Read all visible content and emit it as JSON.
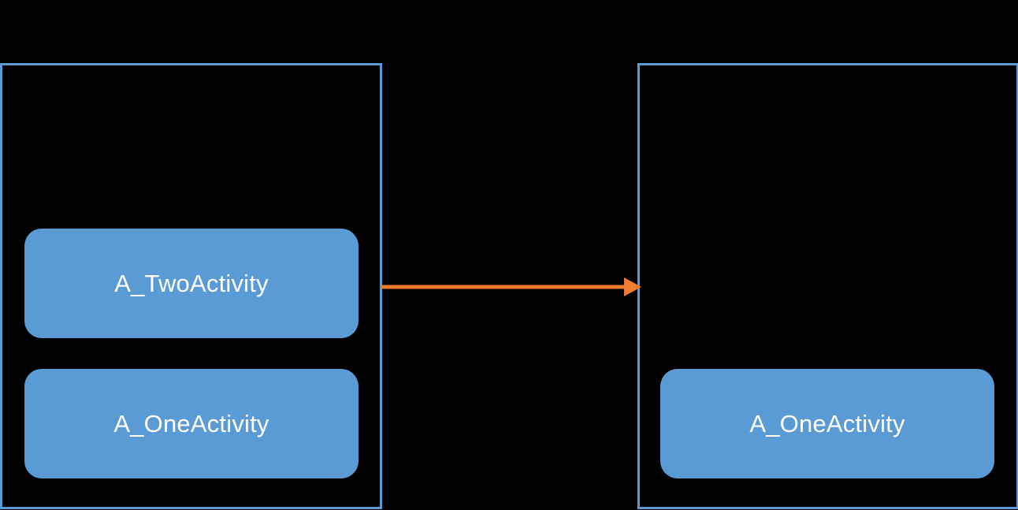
{
  "diagram": {
    "background_color": "#000000",
    "accent_color": "#5B9BD5",
    "arrow_color": "#ED7D31",
    "node_text_color": "#FFFFFF",
    "stacks": [
      {
        "id": "before",
        "name": "left-activity-stack",
        "nodes": [
          {
            "label": "A_TwoActivity"
          },
          {
            "label": "A_OneActivity"
          }
        ]
      },
      {
        "id": "after",
        "name": "right-activity-stack",
        "nodes": [
          {
            "label": "A_OneActivity"
          }
        ]
      }
    ],
    "connector": {
      "name": "transition-arrow",
      "direction": "right",
      "color": "#ED7D31",
      "label": ""
    }
  }
}
